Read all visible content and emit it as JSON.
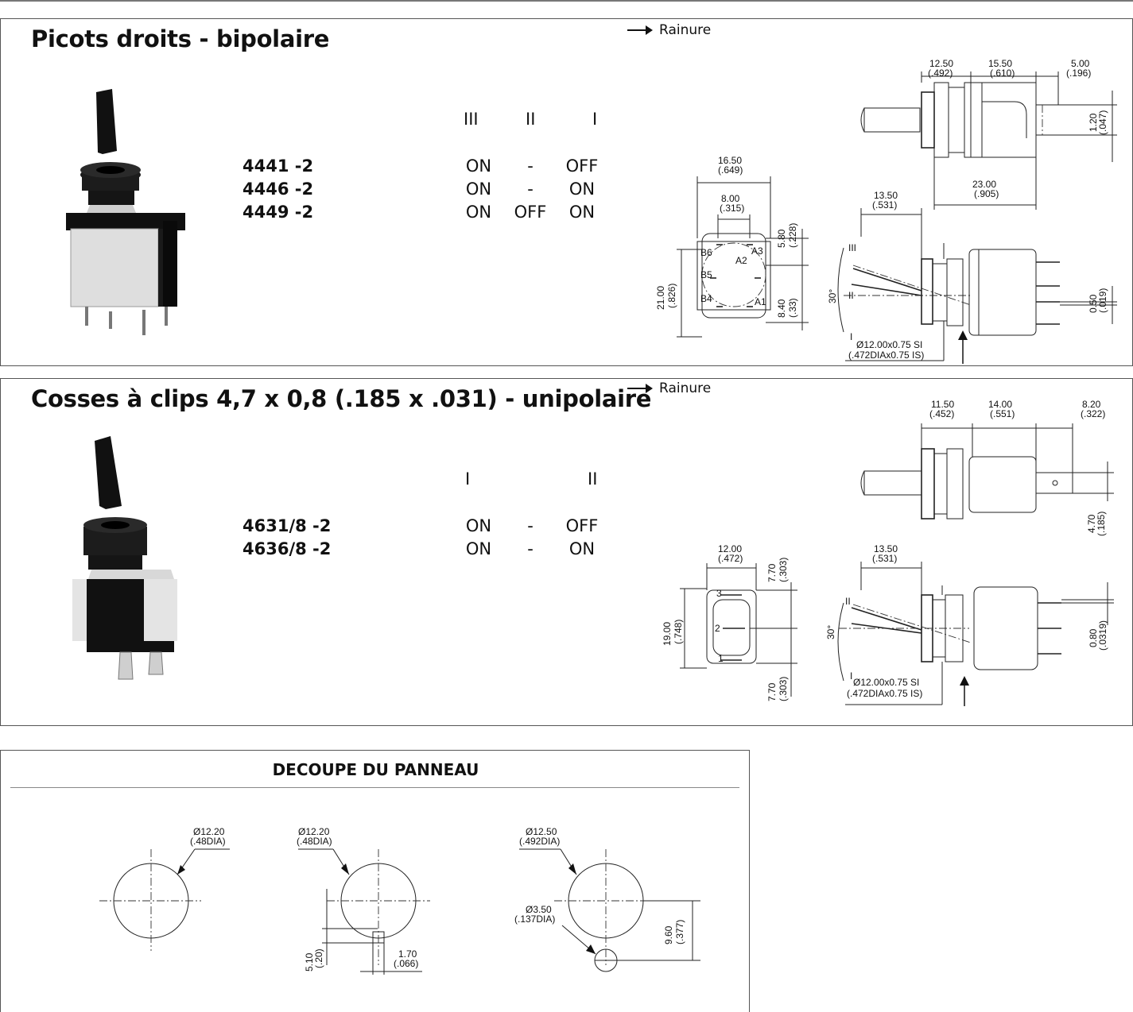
{
  "section1": {
    "title": "Picots droits - bipolaire",
    "rainure": "Rainure",
    "positions": [
      "III",
      "II",
      "I"
    ],
    "rows": [
      {
        "code": "4441 -2",
        "cells": [
          "ON",
          "-",
          "OFF"
        ]
      },
      {
        "code": "4446 -2",
        "cells": [
          "ON",
          "-",
          "ON"
        ]
      },
      {
        "code": "4449 -2",
        "cells": [
          "ON",
          "OFF",
          "ON"
        ]
      }
    ],
    "drawing": {
      "dim_12_50": "12.50",
      "dim_12_50_in": "(.492)",
      "dim_15_50": "15.50",
      "dim_15_50_in": "(.610)",
      "dim_5_00": "5.00",
      "dim_5_00_in": "(.196)",
      "dim_1_20": "1.20",
      "dim_1_20_in": "(.047)",
      "dim_23_00": "23.00",
      "dim_23_00_in": "(.905)",
      "dim_16_50": "16.50",
      "dim_16_50_in": "(.649)",
      "dim_8_00": "8.00",
      "dim_8_00_in": "(.315)",
      "dim_5_80": "5.80",
      "dim_5_80_in": "(.228)",
      "dim_21_00": "21.00",
      "dim_21_00_in": "(.826)",
      "dim_8_40": "8.40",
      "dim_8_40_in": "(.33)",
      "dim_13_50": "13.50",
      "dim_13_50_in": "(.531)",
      "dim_0_50": "0.50",
      "dim_0_50_in": "(.019)",
      "angle": "30°",
      "thread": "Ø12.00x0.75 SI",
      "thread_in": "(.472DIAx0.75 IS)",
      "pins": [
        "B6",
        "A2",
        "A3",
        "B5",
        "B4",
        "A1"
      ],
      "pos_labels": [
        "III",
        "II",
        "I"
      ]
    }
  },
  "section2": {
    "title": "Cosses à clips 4,7 x 0,8 (.185 x .031) - unipolaire",
    "rainure": "Rainure",
    "positions": [
      "I",
      "II"
    ],
    "rows": [
      {
        "code": "4631/8 -2",
        "cells": [
          "ON",
          "-",
          "OFF"
        ]
      },
      {
        "code": "4636/8 -2",
        "cells": [
          "ON",
          "-",
          "ON"
        ]
      }
    ],
    "drawing": {
      "dim_11_50": "11.50",
      "dim_11_50_in": "(.452)",
      "dim_14_00": "14.00",
      "dim_14_00_in": "(.551)",
      "dim_8_20": "8.20",
      "dim_8_20_in": "(.322)",
      "dim_4_70": "4.70",
      "dim_4_70_in": "(.185)",
      "dim_12_00": "12.00",
      "dim_12_00_in": "(.472)",
      "dim_7_70": "7.70",
      "dim_7_70_in": "(.303)",
      "dim_19_00": "19.00",
      "dim_19_00_in": "(.748)",
      "dim_13_50": "13.50",
      "dim_13_50_in": "(.531)",
      "dim_0_80": "0.80",
      "dim_0_80_in": "(.0319)",
      "angle": "30°",
      "thread": "Ø12.00x0.75 SI",
      "thread_in": "(.472DIAx0.75 IS)",
      "terms": [
        "3",
        "2",
        "1"
      ],
      "pos_labels": [
        "II",
        "I"
      ]
    }
  },
  "panel": {
    "title": "DECOUPE DU PANNEAU",
    "c1": "Ø12.20",
    "c1_in": "(.48DIA)",
    "c2": "Ø12.20",
    "c2_in": "(.48DIA)",
    "c2_d1": "5.10",
    "c2_d1_in": "(.20)",
    "c2_d2": "1.70",
    "c2_d2_in": "(.066)",
    "c3": "Ø12.50",
    "c3_in": "(.492DIA)",
    "c3_small": "Ø3.50",
    "c3_small_in": "(.137DIA)",
    "c3_d": "9.60",
    "c3_d_in": "(.377)"
  }
}
